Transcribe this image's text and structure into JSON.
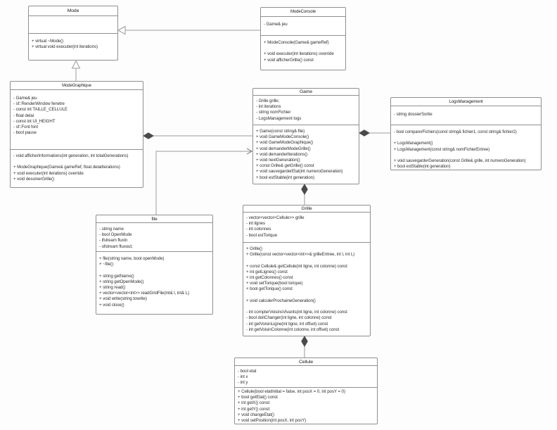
{
  "colors": {
    "background": "#fdfdfd",
    "box_fill": "#ffffff",
    "box_border": "#8f8f8f",
    "connector_line": "#9b9b9b",
    "composition_diamond": "#4a4a4a",
    "text": "#2f2f2f"
  },
  "classes": {
    "mode": {
      "name": "Mode",
      "attributes": [],
      "methods": [
        "+ virtual ~Mode()",
        "+ virtual void executer(int iterations)"
      ]
    },
    "modeConsole": {
      "name": "ModeConsole",
      "attributes": [
        "- Game& jeu"
      ],
      "methods": [
        "+ ModeConsole(Game& gameRef)",
        "",
        "+ void executer(int iterations) override",
        "+ void afficherGrille() const"
      ]
    },
    "modeGraphique": {
      "name": "ModeGraphique",
      "attributes": [
        "- Game& jeu",
        "- sf::RenderWindow fenetre",
        "- const int TAILLE_CELLULE",
        "- float delai",
        "- const int UI_HEIGHT",
        "- sf::Font font",
        "- bool pause"
      ],
      "methods": [
        "- void afficherInformations(int generation, int totalGenerations)",
        "",
        "+ ModeGraphique(Game& gameRef, float delaiIterations)",
        "+ void executer(int iterations) override",
        "+ void dessinerGrille()"
      ]
    },
    "game": {
      "name": "Game",
      "attributes": [
        "- Grille grille;",
        "- int iterations",
        "- string nomFichier",
        "- LogsManagement logs"
      ],
      "methods": [
        "+ Game(const string& file)",
        "+ void GameModeConsole()",
        "+ void GameModeGraphique()",
        "+ void demanderModeGrille()",
        "+ void demanderIterations()",
        "+ void nextGeneration()",
        "+ const Grille& getGrille() const",
        "+ void sauvegarderEtat(int numeroGeneration)",
        "+ bool estStable(int generation)"
      ]
    },
    "logsManagement": {
      "name": "LogsManagement",
      "attributes": [
        "- string dossierSortie"
      ],
      "methods": [
        "- bool comparerFichiers(const string& fichier1, const string& fichier2)",
        "",
        "+ LogsManagement()",
        "+ LogsManagement(const string& nomFichierEntree)",
        "",
        "+ void sauvegarderGeneration(const Grille& grille, int numeroGeneration)",
        "+ bool estStable(int generation)"
      ]
    },
    "file": {
      "name": "file",
      "attributes": [
        "- string name",
        "- bool OpenMode",
        "- ifstream fluxin",
        "- ofstream fluxout;"
      ],
      "methods": [
        "+ file(string name, bool openMode)",
        "+ ~file()",
        "",
        "+ string getName()",
        "+ string getOpenMode()",
        "+ string read()",
        "+ vector<vector<int>> readGridFile(int& l, int& L)",
        "+ void write(string towrite)",
        "+ void close()"
      ]
    },
    "grille": {
      "name": "Grille",
      "attributes": [
        "- vector<vector<Cellule>> grille",
        "- int lignes",
        "- int colonnes",
        "- bool estTorique"
      ],
      "methods": [
        "+ Grille()",
        "+ Grille(const vector<vector<int>>& grilleEntree, int l, int L)",
        "",
        "+ const Cellule& getCellule(int ligne, int colonne) const",
        "+ int getLignes() const",
        "+ int getColonnes() const",
        "+ void setTorique(bool torique)",
        "+ bool getTorique() const",
        "",
        "+ void calculerProchaineGeneration()",
        "",
        "- int compterVoisinsVivants(int ligne, int colonne) const",
        "- bool doitChanger(int ligne, int colonne) const",
        "- int getVoisinLigne(int ligne, int offset) const",
        "- int getVoisinColonne(int colonne, int offset) const"
      ]
    },
    "cellule": {
      "name": "Cellule",
      "attributes": [
        "- bool etat",
        "- int x",
        "- int y"
      ],
      "methods": [
        "+ Cellule(bool etatInitial = false, int posX = 0, int posY = 0)",
        "+ bool getEtat() const",
        "+ int getX() const",
        "+ int getY() const",
        "+ void changeEtat()",
        "+ void setPosition(int posX, int posY)"
      ]
    }
  },
  "relationships": [
    {
      "type": "generalization",
      "from": "ModeConsole",
      "to": "Mode"
    },
    {
      "type": "generalization",
      "from": "ModeGraphique",
      "to": "Mode"
    },
    {
      "type": "composition",
      "whole": "ModeGraphique",
      "part": "Game"
    },
    {
      "type": "directed-association",
      "from": "file",
      "to": "Game"
    },
    {
      "type": "composition",
      "whole": "Game",
      "part": "LogsManagement"
    },
    {
      "type": "composition",
      "whole": "Game",
      "part": "Grille"
    },
    {
      "type": "composition",
      "whole": "Grille",
      "part": "Cellule"
    }
  ]
}
